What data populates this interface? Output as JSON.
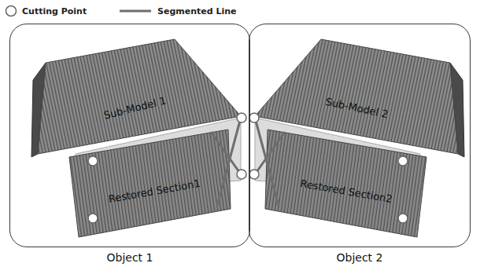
{
  "diagram": {
    "nodes": [
      {
        "text": [
          "Object 1"
        ]
      },
      {
        "text": [
          "Sub-Model 1"
        ],
        "in": 0
      },
      {
        "text": [
          "Restored Section1"
        ],
        "in": 0
      },
      {
        "text": [
          "Object 2"
        ]
      },
      {
        "text": [
          "Sub-Model 2"
        ],
        "in": 3
      },
      {
        "text": [
          "Restored Section2"
        ],
        "in": 3
      }
    ],
    "legend": [
      {
        "text": "Cutting Point"
      },
      {
        "text": "Segmented Line"
      }
    ]
  }
}
